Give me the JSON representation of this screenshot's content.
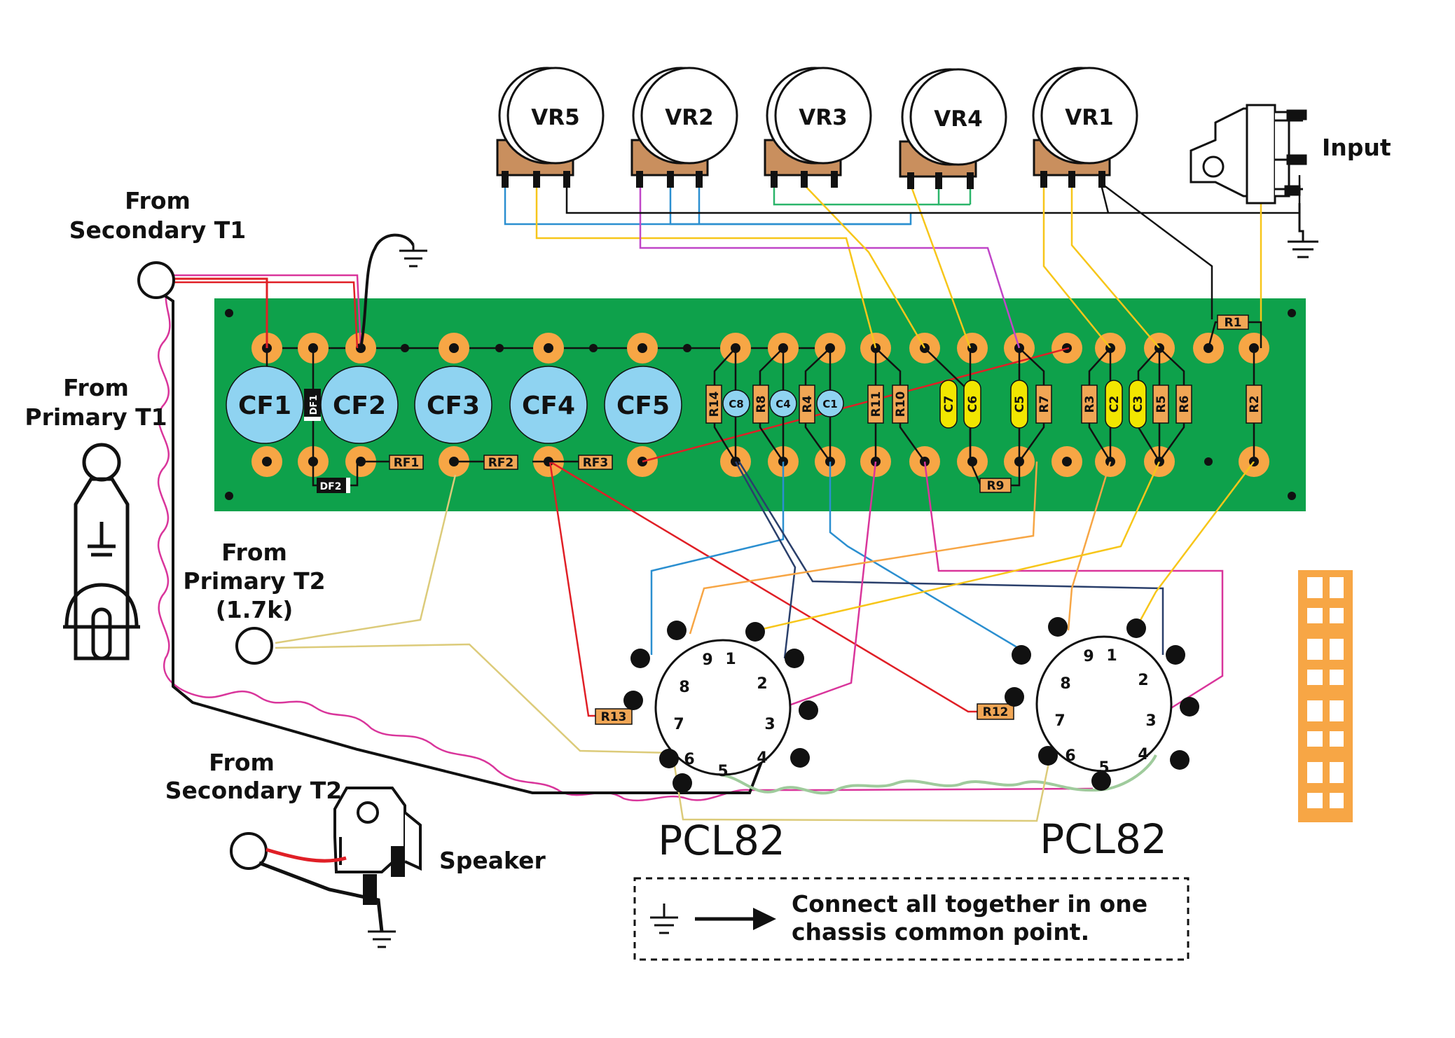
{
  "labels": {
    "secondary_t1": [
      "From",
      "Secondary T1"
    ],
    "primary_t1": [
      "From",
      "Primary T1"
    ],
    "primary_t2": [
      "From",
      "Primary T2",
      "(1.7k)"
    ],
    "secondary_t2": [
      "From",
      "Secondary T2"
    ],
    "speaker": "Speaker",
    "input": "Input"
  },
  "pots": [
    "VR5",
    "VR2",
    "VR3",
    "VR4",
    "VR1"
  ],
  "filter_caps": [
    "CF1",
    "CF2",
    "CF3",
    "CF4",
    "CF5"
  ],
  "small_caps": [
    "C8",
    "C4",
    "C1"
  ],
  "film_caps": [
    "C7",
    "C6",
    "C5",
    "C2",
    "C3"
  ],
  "resistors_vertical": [
    "R14",
    "R8",
    "R4",
    "R11",
    "R10",
    "R7",
    "R3",
    "R5",
    "R6",
    "R2"
  ],
  "resistors_horizontal": [
    "R1",
    "R9",
    "RF1",
    "RF2",
    "RF3",
    "R13",
    "R12"
  ],
  "diodes": [
    "DF1",
    "DF2"
  ],
  "tubes": {
    "left": "PCL82",
    "right": "PCL82",
    "pin_numbers": [
      "1",
      "2",
      "3",
      "4",
      "5",
      "6",
      "7",
      "8",
      "9"
    ]
  },
  "note": {
    "line1": "Connect all together in one",
    "line2": "chassis common point."
  },
  "colors": {
    "board": "#0ea14b",
    "pad": "#f7a645",
    "filter_cap": "#8fd3f1",
    "film_cap": "#f2e600",
    "resistor": "#f0a655",
    "pot_body": "#c98f5e",
    "wire_red": "#e01f26",
    "wire_magenta": "#d9359b",
    "wire_yellow": "#f7c61a",
    "wire_blue": "#2b8fd0",
    "wire_green": "#2bb56a",
    "wire_navy": "#2a3f6b",
    "wire_tan": "#dccb7a",
    "wire_sage": "#9fcb9c",
    "wire_purple": "#c046c8"
  }
}
